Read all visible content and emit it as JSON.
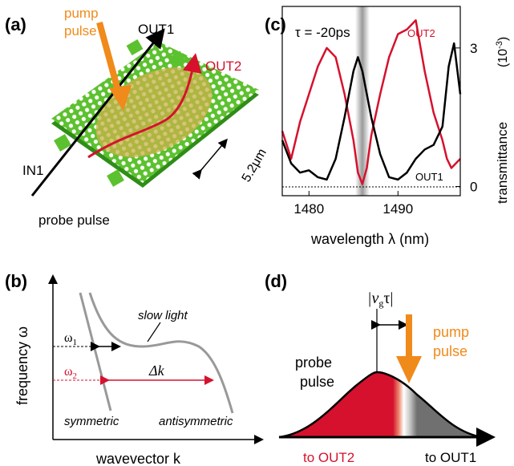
{
  "panel_a": {
    "label": "(a)",
    "pump": "pump",
    "pulse": "pulse",
    "out1": "OUT1",
    "out2": "OUT2",
    "in1": "IN1",
    "scale": "5.2μm",
    "probe": "probe pulse",
    "colors": {
      "slab": "#5cc12e",
      "slab_dark": "#2f8d18",
      "hole": "#ffffff",
      "spot": "#c9b24a",
      "pump_arrow": "#f08a1a",
      "out2_arrow": "#d6112d"
    }
  },
  "panel_b": {
    "label": "(b)",
    "ylabel": "frequency ω",
    "xlabel": "wavevector k",
    "slow_light": "slow light",
    "w1": "ω",
    "w1_sub": "1",
    "w2": "ω",
    "w2_sub": "2",
    "dk": "Δk",
    "symmetric": "symmetric",
    "antisymmetric": "antisymmetric",
    "colors": {
      "curve": "#999999",
      "red": "#d6112d"
    }
  },
  "panel_c": {
    "label": "(c)",
    "tau": "τ = -20ps",
    "out2": "OUT2",
    "out1": "OUT1",
    "ylabel": "transmittance",
    "yunit": "(10",
    "yunit_exp": "-3",
    "yunit_close": ")",
    "xlabel": "wavelength λ (nm)",
    "x_ticks": [
      "1480",
      "1490"
    ],
    "y_ticks": [
      "0",
      "3"
    ],
    "colors": {
      "out1": "#000000",
      "out2": "#d6112d"
    }
  },
  "panel_d": {
    "label": "(d)",
    "vg": "|v",
    "vg_sub": "g",
    "vg_tail": "τ|",
    "pump": "pump",
    "pulse": "pulse",
    "probe": "probe",
    "probe_pulse": "pulse",
    "to_out2": "to OUT2",
    "to_out1": "to OUT1",
    "colors": {
      "red": "#d6112d",
      "gray": "#707070",
      "pump": "#f08a1a"
    }
  },
  "chart_data": {
    "type": "line",
    "xlabel": "wavelength λ (nm)",
    "ylabel": "transmittance (10^-3)",
    "xlim": [
      1477,
      1497
    ],
    "ylim": [
      -0.2,
      3.9
    ],
    "grid": false,
    "highlight_band": [
      1485.2,
      1486.8
    ],
    "series": [
      {
        "name": "OUT1",
        "x": [
          1477,
          1478,
          1479,
          1480,
          1481,
          1482,
          1483,
          1484,
          1485,
          1485.5,
          1486,
          1486.5,
          1487,
          1488,
          1489,
          1490,
          1491,
          1492,
          1493,
          1494,
          1495,
          1495.7,
          1496.3,
          1497
        ],
        "y": [
          1.0,
          0.5,
          0.3,
          0.35,
          0.2,
          0.15,
          0.6,
          1.5,
          2.5,
          2.8,
          2.5,
          2.0,
          1.5,
          0.7,
          0.2,
          0.15,
          0.3,
          0.6,
          0.8,
          0.9,
          1.3,
          2.6,
          3.1,
          2.0
        ]
      },
      {
        "name": "OUT2",
        "x": [
          1477,
          1477.5,
          1478,
          1479,
          1480,
          1481,
          1482,
          1483,
          1484,
          1485,
          1485.5,
          1486,
          1486.5,
          1487,
          1488,
          1489,
          1490,
          1491,
          1492,
          1493,
          1494,
          1495,
          1495.5,
          1496,
          1497
        ],
        "y": [
          1.2,
          0.9,
          0.6,
          1.4,
          2.0,
          2.6,
          3.0,
          2.8,
          2.0,
          1.0,
          0.3,
          0.05,
          0.4,
          1.1,
          2.0,
          2.8,
          3.3,
          3.4,
          3.6,
          2.5,
          1.6,
          1.0,
          0.6,
          0.4,
          0.6
        ]
      }
    ]
  }
}
